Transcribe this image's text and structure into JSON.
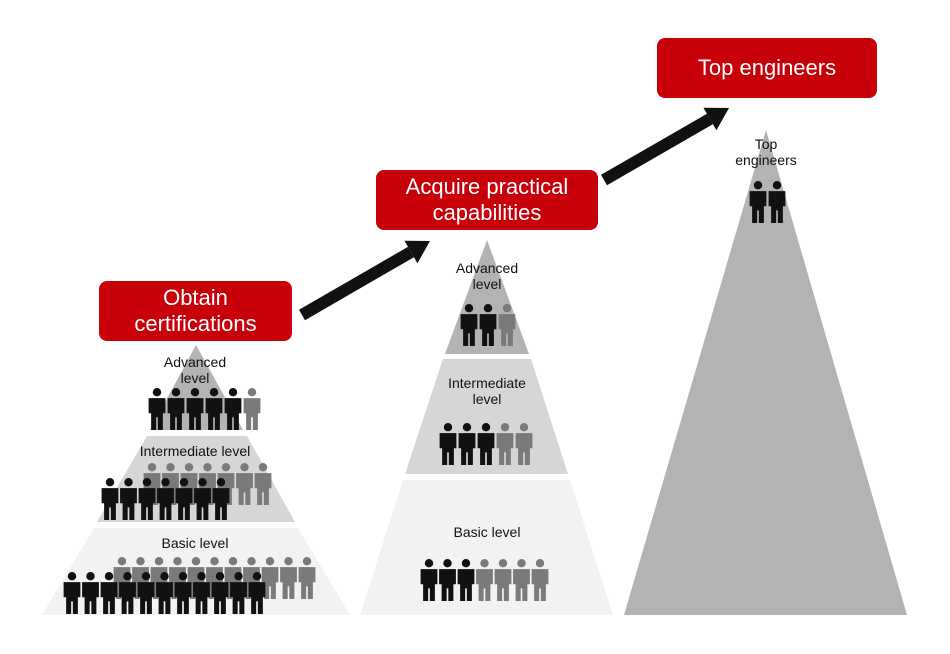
{
  "colors": {
    "banner": "#c8000a",
    "banner_text": "#ffffff",
    "person_certified": "#111111",
    "person_other": "#7a7a7a",
    "tier_dark": "#b3b3b3",
    "tier_mid": "#d6d6d6",
    "tier_light": "#f2f2f2",
    "peak": "#b3b3b3",
    "arrow": "#111111"
  },
  "icons": [
    "person-icon",
    "arrow-icon"
  ],
  "stages": [
    {
      "banner": "Obtain\ncertifications",
      "tiers": [
        {
          "label": "Advanced\nlevel",
          "shade": "dark",
          "people": [
            {
              "rows": [
                [
                  5,
                  1
                ]
              ]
            }
          ]
        },
        {
          "label": "Intermediate level",
          "shade": "mid",
          "people": [
            {
              "rows": [
                [
                  0,
                  7
                ],
                [
                  7,
                  0
                ]
              ]
            }
          ]
        },
        {
          "label": "Basic level",
          "shade": "light",
          "people": [
            {
              "rows": [
                [
                  0,
                  11
                ],
                [
                  11,
                  0
                ]
              ]
            }
          ]
        }
      ]
    },
    {
      "banner": "Acquire practical\ncapabilities",
      "tiers": [
        {
          "label": "Advanced\nlevel",
          "shade": "dark",
          "people": [
            {
              "rows": [
                [
                  2,
                  1
                ]
              ]
            }
          ]
        },
        {
          "label": "Intermediate\nlevel",
          "shade": "mid",
          "people": [
            {
              "rows": [
                [
                  3,
                  2
                ]
              ]
            }
          ]
        },
        {
          "label": "Basic level",
          "shade": "light",
          "people": [
            {
              "rows": [
                [
                  3,
                  4
                ]
              ]
            }
          ]
        }
      ]
    },
    {
      "banner": "Top engineers",
      "tiers": [
        {
          "label": "Top\nengineers",
          "shade": "peak",
          "people": [
            {
              "rows": [
                [
                  2,
                  0
                ]
              ]
            }
          ]
        }
      ]
    }
  ]
}
